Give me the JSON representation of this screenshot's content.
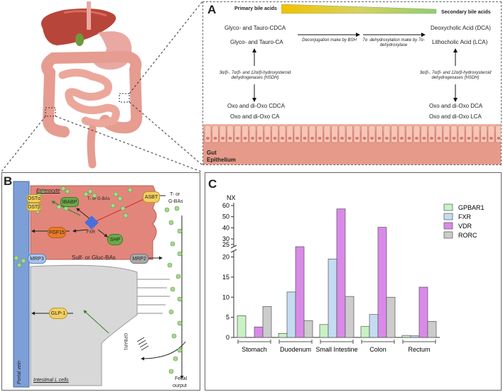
{
  "panel_a": {
    "letter": "A",
    "gradient_primary": "Primary bile acids",
    "gradient_secondary": "Secondary bile acids",
    "glyco_cdca": "Glyco- and Tauro-CDCA",
    "glyco_ca": "Glyco- and Tauro-CA",
    "deconj": "Deconjugation make by BSH",
    "dehydrox": "7α -dehydroxylation make by 7α-dehydroxylase",
    "dca": "Deoxycholic Acid (DCA)",
    "lca": "Lithocholic Acid (LCA)",
    "hsdh_left": "3α/β-, 7α/β- and 12α/β-hydroxysteroid dehydrogenases (HSDH)",
    "hsdh_right": "3α/β-, 7α/β- and 12α/β-hydroxysteroid dehydrogenases (HSDH)",
    "oxo_cdca": "Oxo and di-Oxo CDCA",
    "oxo_ca": "Oxo and di-Oxo CA",
    "oxo_dca": "Oxo and di-Oxo DCA",
    "oxo_lca": "Oxo and di-Oxo LCA",
    "gut": "Gut",
    "epithelium": "Epithelium"
  },
  "panel_b": {
    "letter": "B",
    "enterocyte": "Enterocyte",
    "ost_alpha": "OSTα",
    "ost_beta": "OSTβ",
    "ibabp": "IBABP",
    "t_g_bas_inner": "T- or G-BAs",
    "asbt": "ASBT",
    "t_or": "T- or",
    "g_bas": "G-BAs",
    "fgf15": "FGF15",
    "fxr": "FXR",
    "shp": "SHP",
    "mrp3": "MRP3",
    "sulf_gluc": "Sulf- or Gluc-BAs",
    "mrp2": "MRP2",
    "glp1": "GLP-1",
    "gpbar1": "GPBAR1",
    "portal_vein": "Portal vein",
    "intestinal_l": "Intestinal L cells",
    "fecal": "Fecal",
    "ourput": "ourput"
  },
  "panel_c": {
    "letter": "C"
  },
  "chart_data": {
    "type": "bar",
    "ylabel": "NX",
    "categories": [
      "Stomach",
      "Duodenum",
      "Small Intestine",
      "Colon",
      "Rectum"
    ],
    "series": [
      {
        "name": "GPBAR1",
        "color": "#c8f2c4",
        "values": [
          5.4,
          1.0,
          3.2,
          2.7,
          0.5
        ]
      },
      {
        "name": "FXR",
        "color": "#c4dcf2",
        "values": [
          0.0,
          11.3,
          19.5,
          5.7,
          0.4
        ]
      },
      {
        "name": "VDR",
        "color": "#d98ae8",
        "values": [
          2.6,
          22.8,
          57.0,
          40.5,
          12.5
        ]
      },
      {
        "name": "RORC",
        "color": "#cccccc",
        "values": [
          7.7,
          4.2,
          10.2,
          10.0,
          4.0
        ]
      }
    ],
    "y_lower_ticks": [
      0,
      5,
      10,
      15,
      20
    ],
    "y_upper_ticks": [
      25,
      30,
      40,
      50,
      60
    ],
    "y_break": true
  }
}
